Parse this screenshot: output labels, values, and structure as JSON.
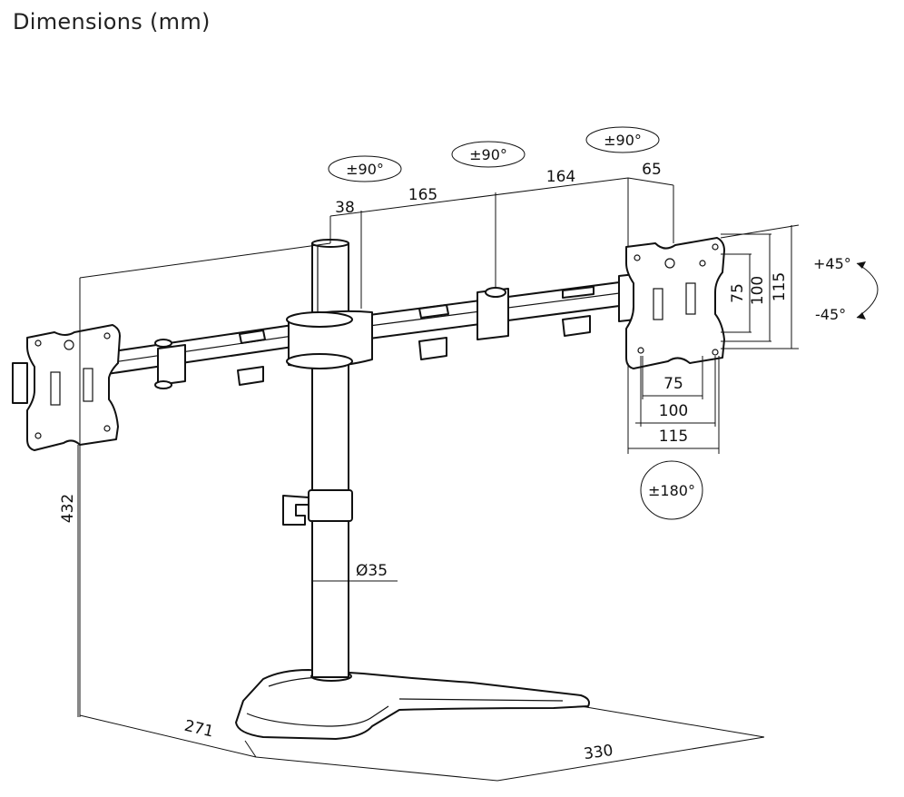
{
  "title": "Dimensions (mm)",
  "rotations": {
    "left_arm": "±90°",
    "middle_arm": "±90°",
    "right_arm": "±90°",
    "vesa_rotation": "±180°",
    "tilt_up": "+45°",
    "tilt_down": "-45°"
  },
  "dimensions": {
    "pole_offset": "38",
    "arm_segment_inner": "165",
    "arm_segment_outer": "164",
    "plate_depth": "65",
    "vesa_h_75": "75",
    "vesa_h_100": "100",
    "vesa_h_115": "115",
    "vesa_v_75": "75",
    "vesa_v_100": "100",
    "vesa_v_115": "115",
    "height": "432",
    "pole_diameter": "Ø35",
    "base_depth": "271",
    "base_width": "330"
  }
}
